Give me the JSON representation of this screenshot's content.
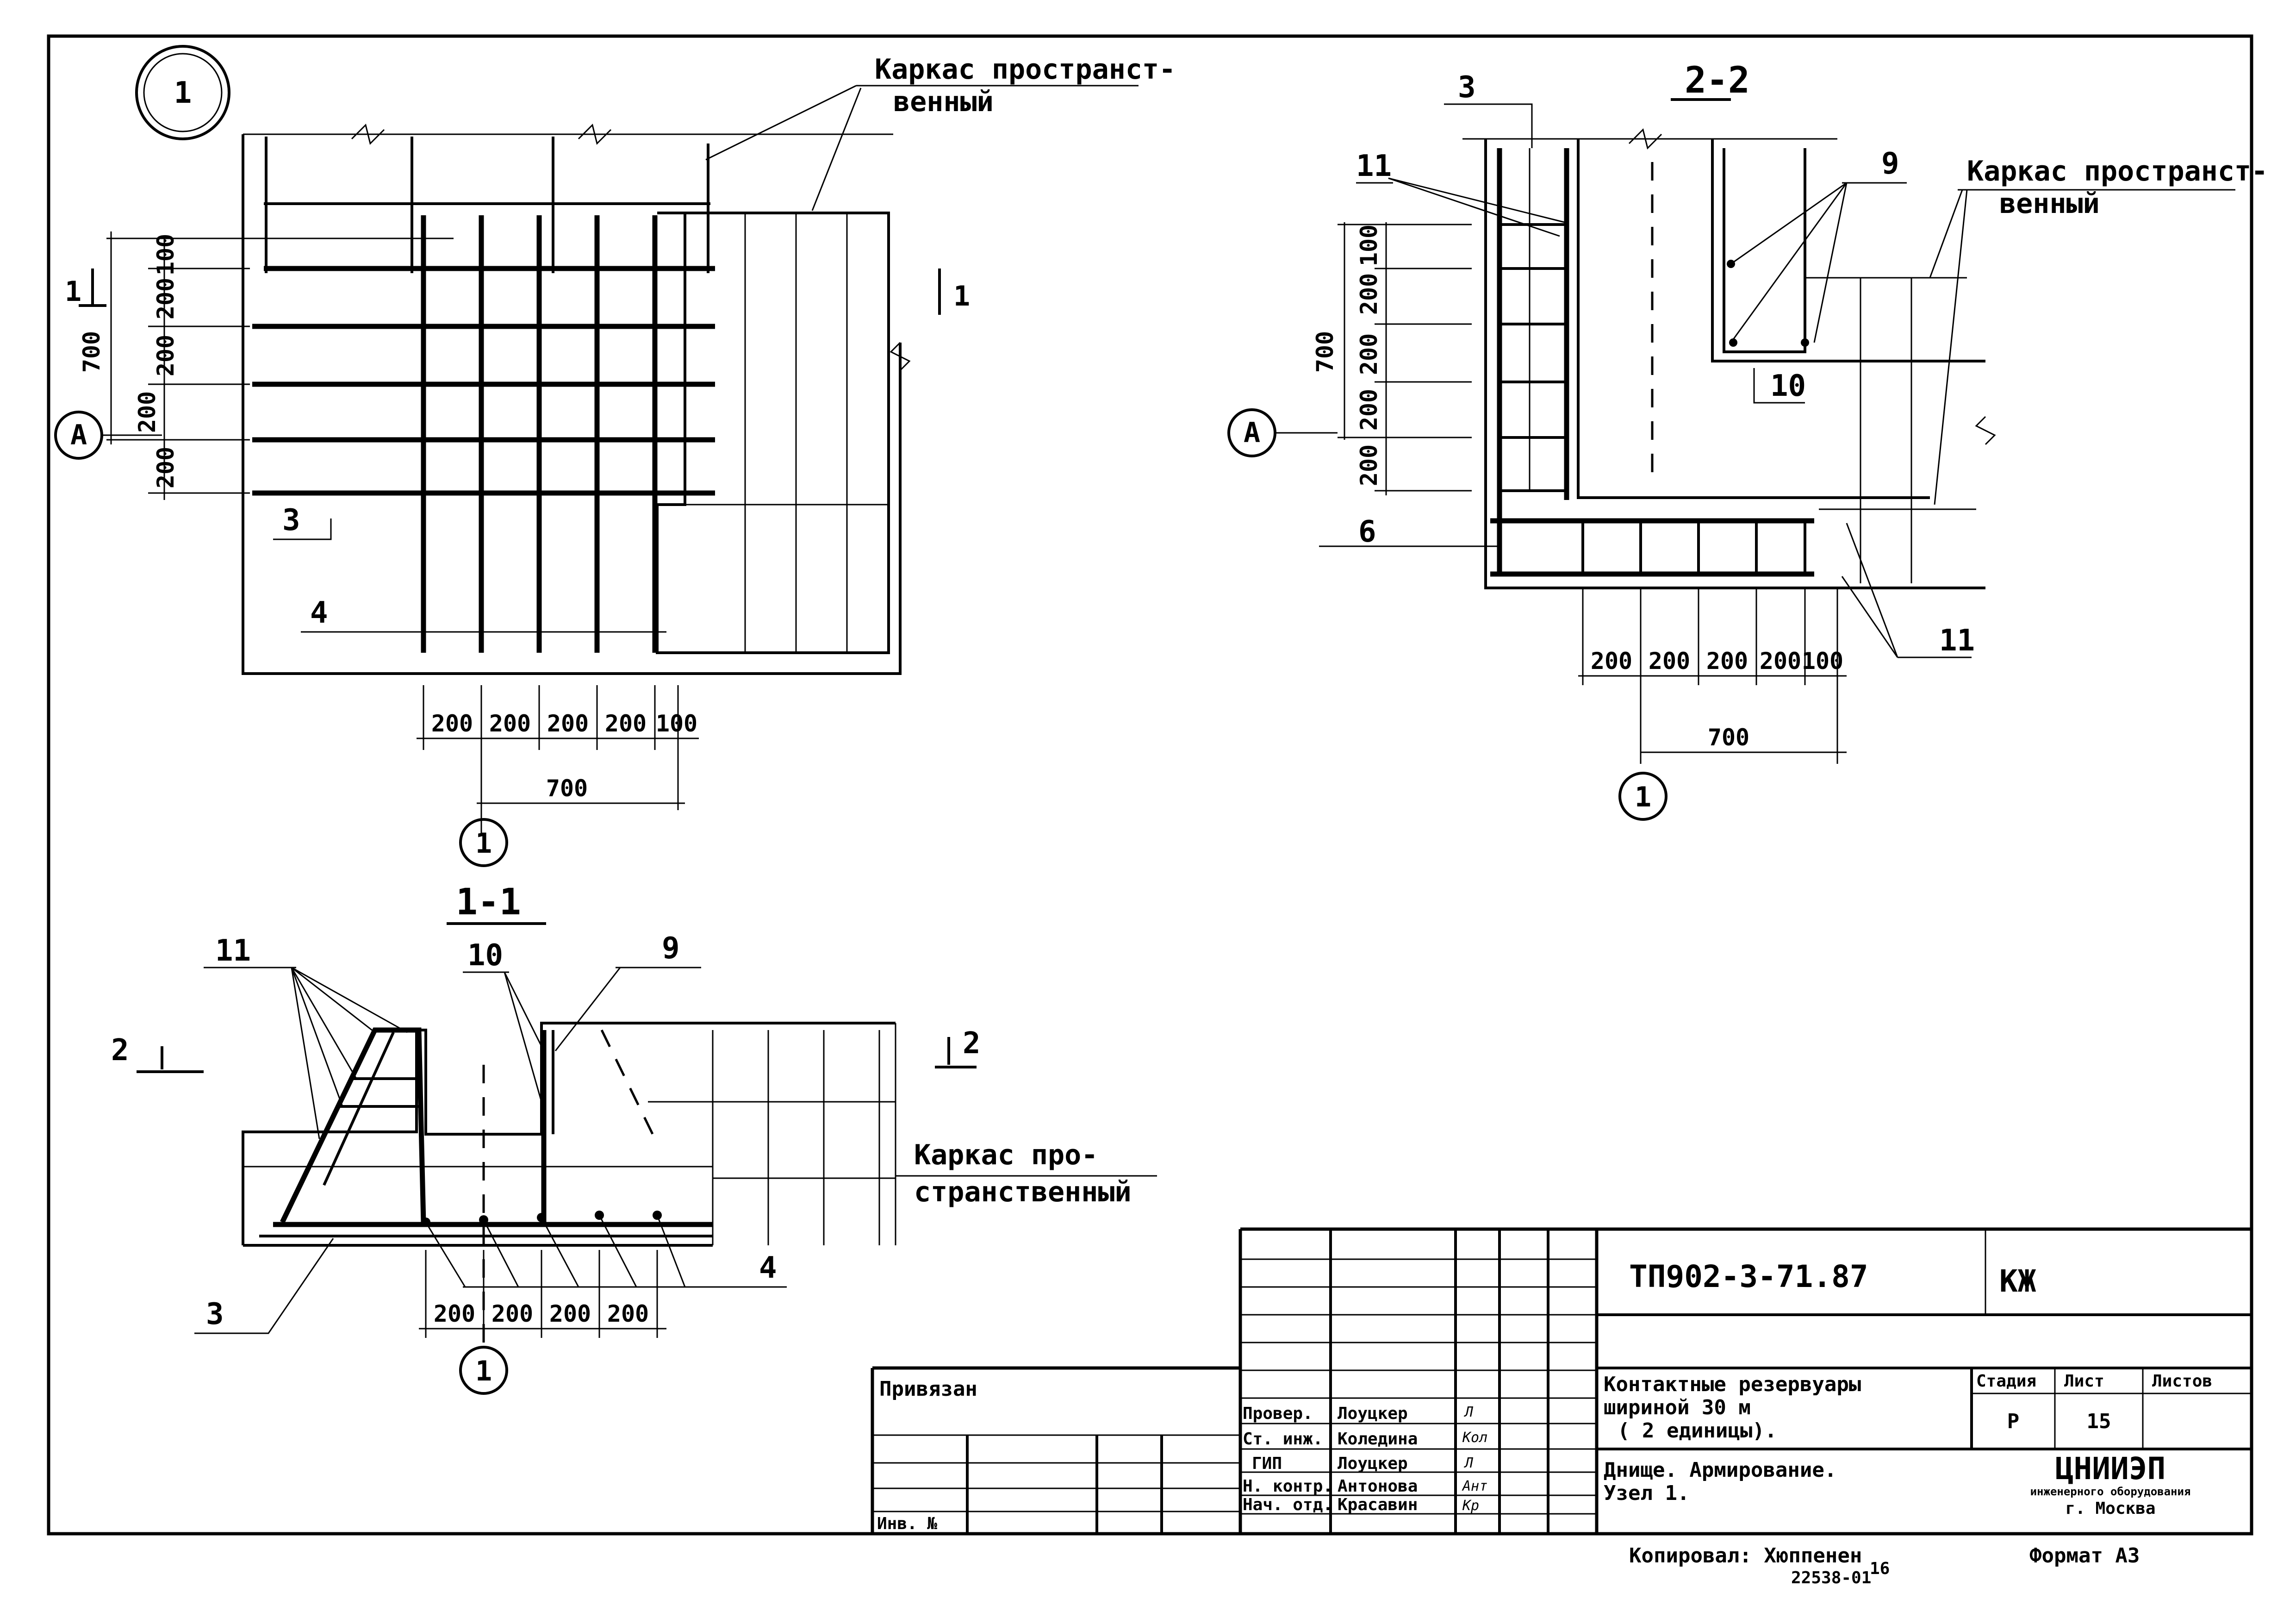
{
  "frame_note": {
    "line1": "Каркас пространст-",
    "line2": "венный",
    "section_line1": "Каркас про-",
    "section_line2": "странственный"
  },
  "node_mark": "1",
  "axis_letter": "А",
  "axis_number": "1",
  "section_1_1": "1-1",
  "section_2_2": "2-2",
  "section_arrow_1": "1",
  "section_arrow_2": "2",
  "positions": {
    "p3": "3",
    "p4": "4",
    "p6": "6",
    "p9": "9",
    "p10": "10",
    "p11": "11"
  },
  "dims": {
    "d100": "100",
    "d200": "200",
    "d700": "700"
  },
  "title_block": {
    "doc_code": "ТП902-3-71.87",
    "mark": "КЖ",
    "project_line1": "Контактные   резервуары",
    "project_line2": "шириной      30 м",
    "project_line3": "( 2 единицы).",
    "sheet_line1": "Днище. Армирование.",
    "sheet_line2": "Узел 1.",
    "stage_header": "Стадия",
    "sheet_header": "Лист",
    "sheets_header": "Листов",
    "stage_value": "Р",
    "sheet_value": "15",
    "org_name": "ЦНИИЭП",
    "org_line1": "инженерного оборудования",
    "org_line2": "г. Москва",
    "tied_label": "Привязан",
    "inv_label": "Инв. №",
    "roles": [
      "Провер.",
      "Ст. инж.",
      "ГИП",
      "Н. контр.",
      "Нач. отд."
    ],
    "names": [
      "Лоуцкер",
      "Коледина",
      "Лоуцкер",
      "Антонова",
      "Красавин"
    ],
    "signatures": [
      "Л",
      "Кол",
      "Л",
      "Ант",
      "Кр"
    ],
    "copied_by": "Копировал: Хюппенен",
    "format": "Формат А3",
    "archive_no": "22538-01",
    "archive_sheet": "16"
  }
}
